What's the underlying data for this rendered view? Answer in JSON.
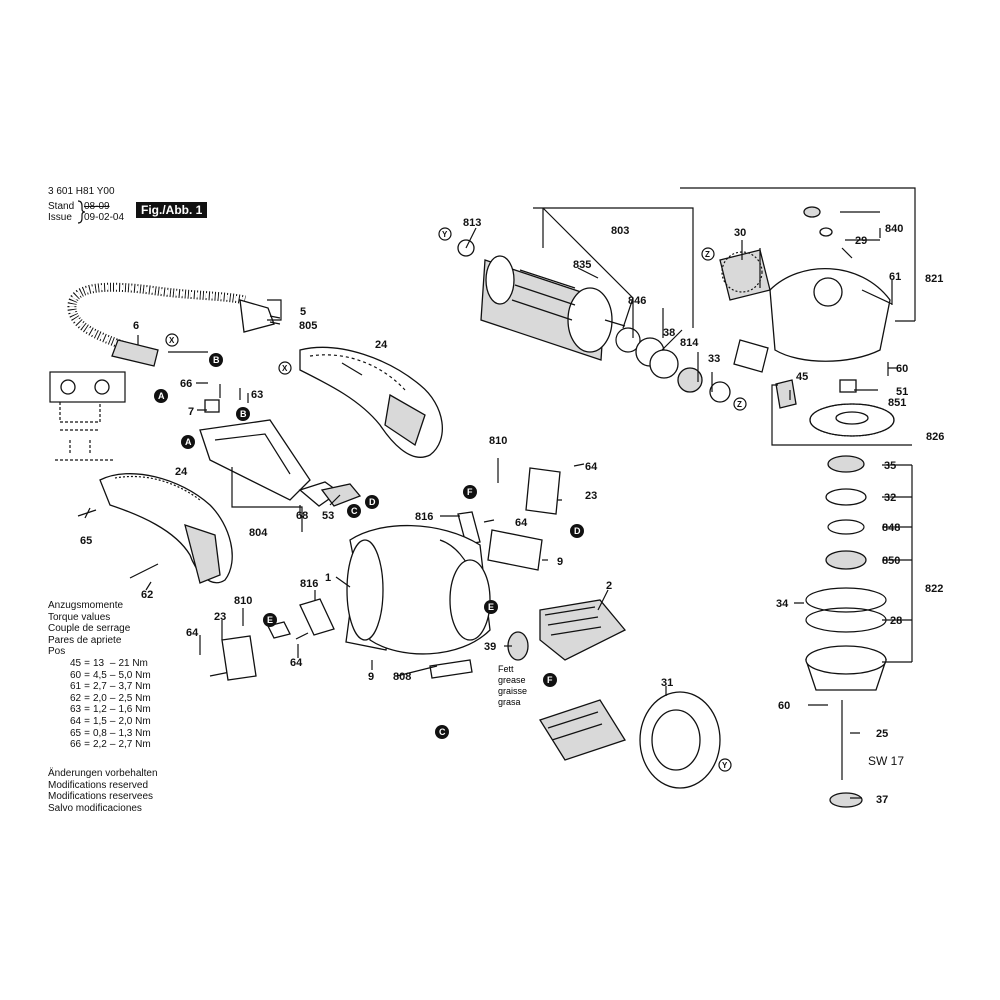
{
  "header": {
    "doc_number": "3 601 H81 Y00",
    "stand_label": "Stand",
    "issue_label": "Issue",
    "old_date": "08-09",
    "new_date": "09-02-04",
    "figure_label": "Fig./Abb. 1"
  },
  "torque": {
    "title_lines": [
      "Anzugsmomente",
      "Torque values",
      "Couple de serrage",
      "Pares de apriete"
    ],
    "pos_label": "Pos",
    "rows": [
      {
        "pos": "45",
        "eq": "=",
        "min": "13",
        "sep": "–",
        "max": "21 Nm"
      },
      {
        "pos": "60",
        "eq": "=",
        "min": "4,5",
        "sep": "–",
        "max": "5,0 Nm"
      },
      {
        "pos": "61",
        "eq": "=",
        "min": "2,7",
        "sep": "–",
        "max": "3,7 Nm"
      },
      {
        "pos": "62",
        "eq": "=",
        "min": "2,0",
        "sep": "–",
        "max": "2,5 Nm"
      },
      {
        "pos": "63",
        "eq": "=",
        "min": "1,2",
        "sep": "–",
        "max": "1,6 Nm"
      },
      {
        "pos": "64",
        "eq": "=",
        "min": "1,5",
        "sep": "–",
        "max": "2,0 Nm"
      },
      {
        "pos": "65",
        "eq": "=",
        "min": "0,8",
        "sep": "–",
        "max": "1,3 Nm"
      },
      {
        "pos": "66",
        "eq": "=",
        "min": "2,2",
        "sep": "–",
        "max": "2,7 Nm"
      }
    ]
  },
  "notes": [
    "Änderungen vorbehalten",
    "Modifications reserved",
    "Modifications reservees",
    "Salvo modificaciones"
  ],
  "grease_note": [
    "Fett",
    "grease",
    "graisse",
    "grasa"
  ],
  "sw_label": "SW 17",
  "part_numbers": {
    "p813": "813",
    "p803": "803",
    "p835": "835",
    "p846": "846",
    "p38": "38",
    "p814": "814",
    "p33": "33",
    "p30": "30",
    "p840": "840",
    "p29": "29",
    "p821": "821",
    "p61": "61",
    "p60": "60",
    "p51": "51",
    "p851": "851",
    "p45": "45",
    "p826": "826",
    "p35": "35",
    "p32": "32",
    "p848": "848",
    "p850": "850",
    "p822": "822",
    "p34": "34",
    "p28": "28",
    "p25": "25",
    "p37": "37",
    "p60b": "60",
    "p5": "5",
    "p805": "805",
    "p6": "6",
    "p24a": "24",
    "p66": "66",
    "p63": "63",
    "p7": "7",
    "p804": "804",
    "p68": "68",
    "p53": "53",
    "p24b": "24",
    "p65": "65",
    "p62": "62",
    "p810a": "810",
    "p64a": "64",
    "p23a": "23",
    "p816a": "816",
    "p64b": "64",
    "p9a": "9",
    "p1": "1",
    "p2": "2",
    "p39": "39",
    "p808": "808",
    "p9b": "9",
    "p816b": "816",
    "p810b": "810",
    "p23b": "23",
    "p64c": "64",
    "p64d": "64",
    "p31": "31"
  },
  "markers": {
    "a": "A",
    "b": "B",
    "c": "C",
    "d": "D",
    "e": "E",
    "f": "F",
    "x": "X",
    "y": "Y",
    "z": "Z"
  }
}
